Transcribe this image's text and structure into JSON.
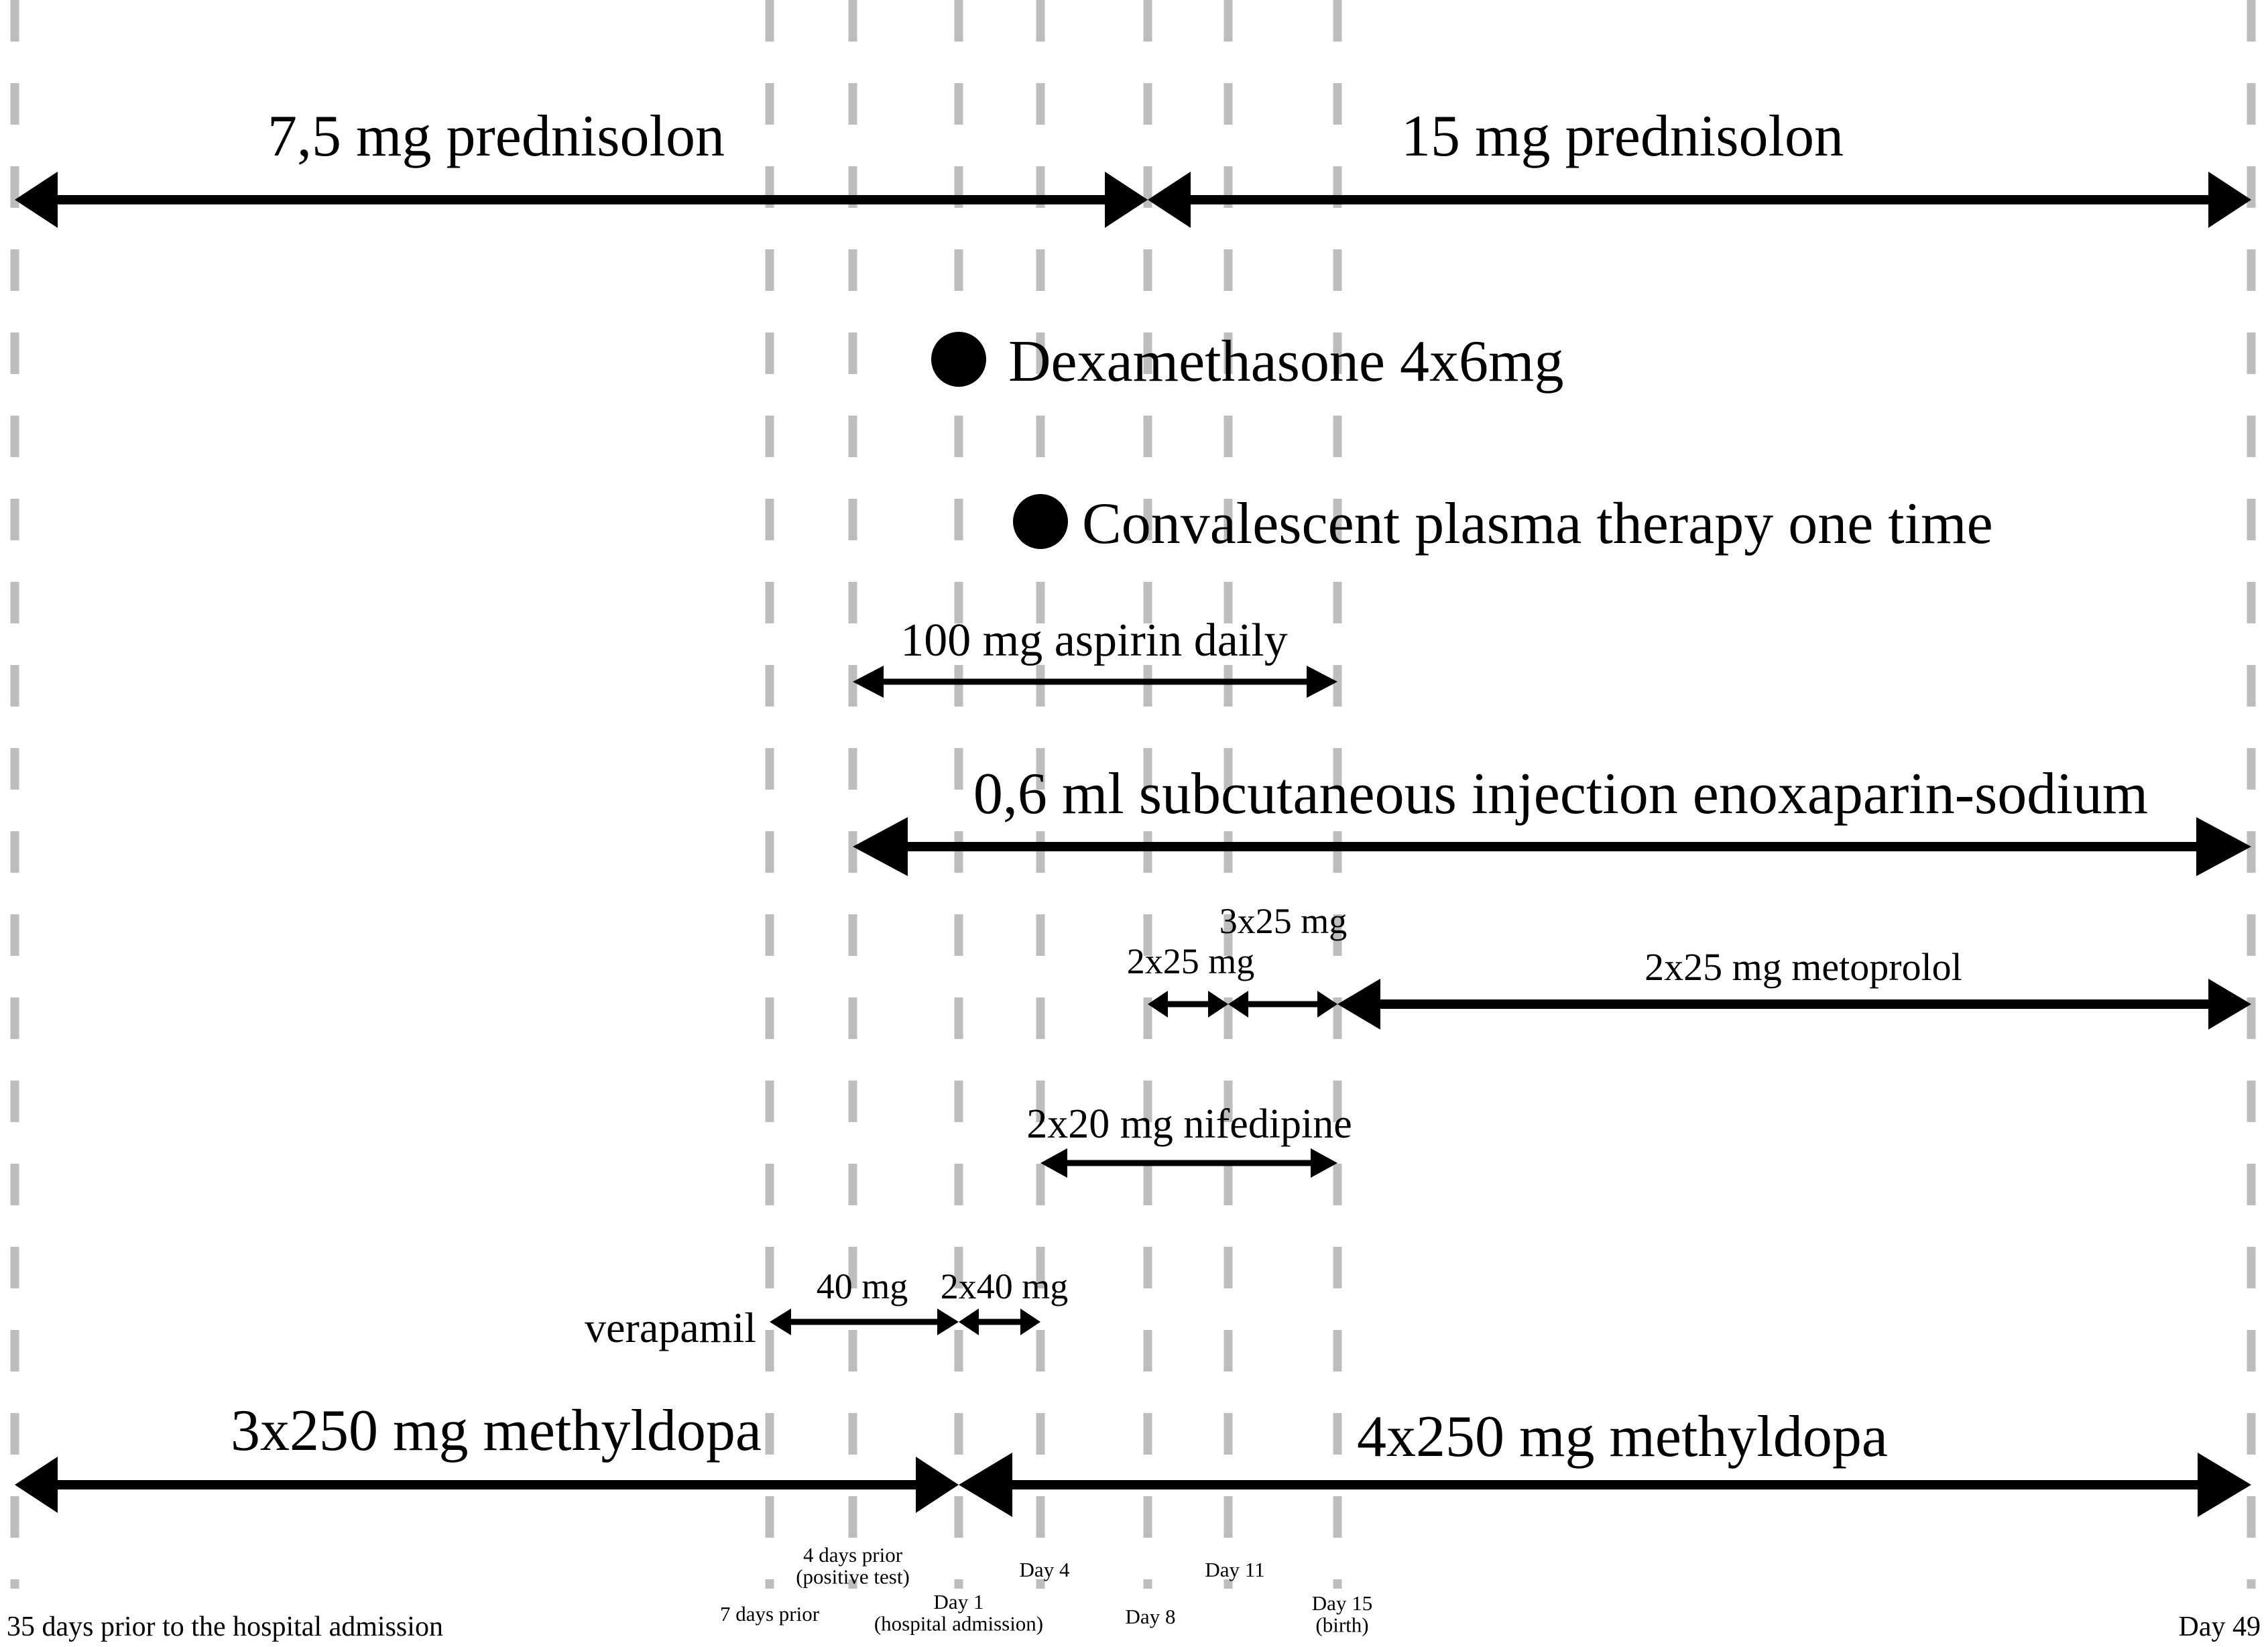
{
  "timeline": {
    "ticks": [
      {
        "id": "start",
        "lines": [
          "35 days prior to the hospital admission"
        ]
      },
      {
        "id": "d7prior",
        "lines": [
          "7 days prior"
        ]
      },
      {
        "id": "d4prior",
        "lines": [
          "4 days prior",
          "(positive test)"
        ]
      },
      {
        "id": "day1",
        "lines": [
          "Day 1",
          "(hospital admission)"
        ]
      },
      {
        "id": "day4",
        "lines": [
          "Day 4"
        ]
      },
      {
        "id": "day8",
        "lines": [
          "Day 8"
        ]
      },
      {
        "id": "day11",
        "lines": [
          "Day 11"
        ]
      },
      {
        "id": "day15",
        "lines": [
          "Day 15",
          "(birth)"
        ]
      },
      {
        "id": "day49",
        "lines": [
          "Day 49"
        ]
      }
    ]
  },
  "treatments": [
    {
      "id": "prednisolon-7-5",
      "label": "7,5 mg prednisolon",
      "from": "start",
      "to": "day8"
    },
    {
      "id": "prednisolon-15",
      "label": "15 mg prednisolon",
      "from": "day8",
      "to": "day49"
    },
    {
      "id": "aspirin",
      "label": "100 mg aspirin daily",
      "from": "d4prior",
      "to": "day15"
    },
    {
      "id": "enoxaparin",
      "label": "0,6 ml subcutaneous injection enoxaparin-sodium",
      "from": "d4prior",
      "to": "day49"
    },
    {
      "id": "metoprolol-2x25-a",
      "label": "2x25 mg",
      "from": "day8",
      "to": "day11"
    },
    {
      "id": "metoprolol-3x25",
      "label": "3x25 mg",
      "from": "day11",
      "to": "day15"
    },
    {
      "id": "metoprolol-2x25-b",
      "label": "2x25 mg metoprolol",
      "from": "day15",
      "to": "day49"
    },
    {
      "id": "nifedipine",
      "label": "2x20 mg nifedipine",
      "from": "day4",
      "to": "day15"
    },
    {
      "id": "verapamil-40",
      "label": "40 mg",
      "from": "d7prior",
      "to": "day1"
    },
    {
      "id": "verapamil-2x40",
      "label": "2x40 mg",
      "from": "day1",
      "to": "day4"
    },
    {
      "id": "methyldopa-3x250",
      "label": "3x250 mg methyldopa",
      "from": "start",
      "to": "day1"
    },
    {
      "id": "methyldopa-4x250",
      "label": "4x250 mg methyldopa",
      "from": "day1",
      "to": "day49"
    }
  ],
  "events": [
    {
      "id": "dexamethasone",
      "label": "Dexamethasone 4x6mg",
      "at": "day1"
    },
    {
      "id": "plasma",
      "label": "Convalescent plasma therapy one time",
      "at": "day4"
    }
  ],
  "side_labels": [
    {
      "id": "verapamil",
      "label": "verapamil"
    }
  ],
  "colors": {
    "line": "#000000",
    "guide": "#bdbdbd",
    "background": "#ffffff"
  }
}
